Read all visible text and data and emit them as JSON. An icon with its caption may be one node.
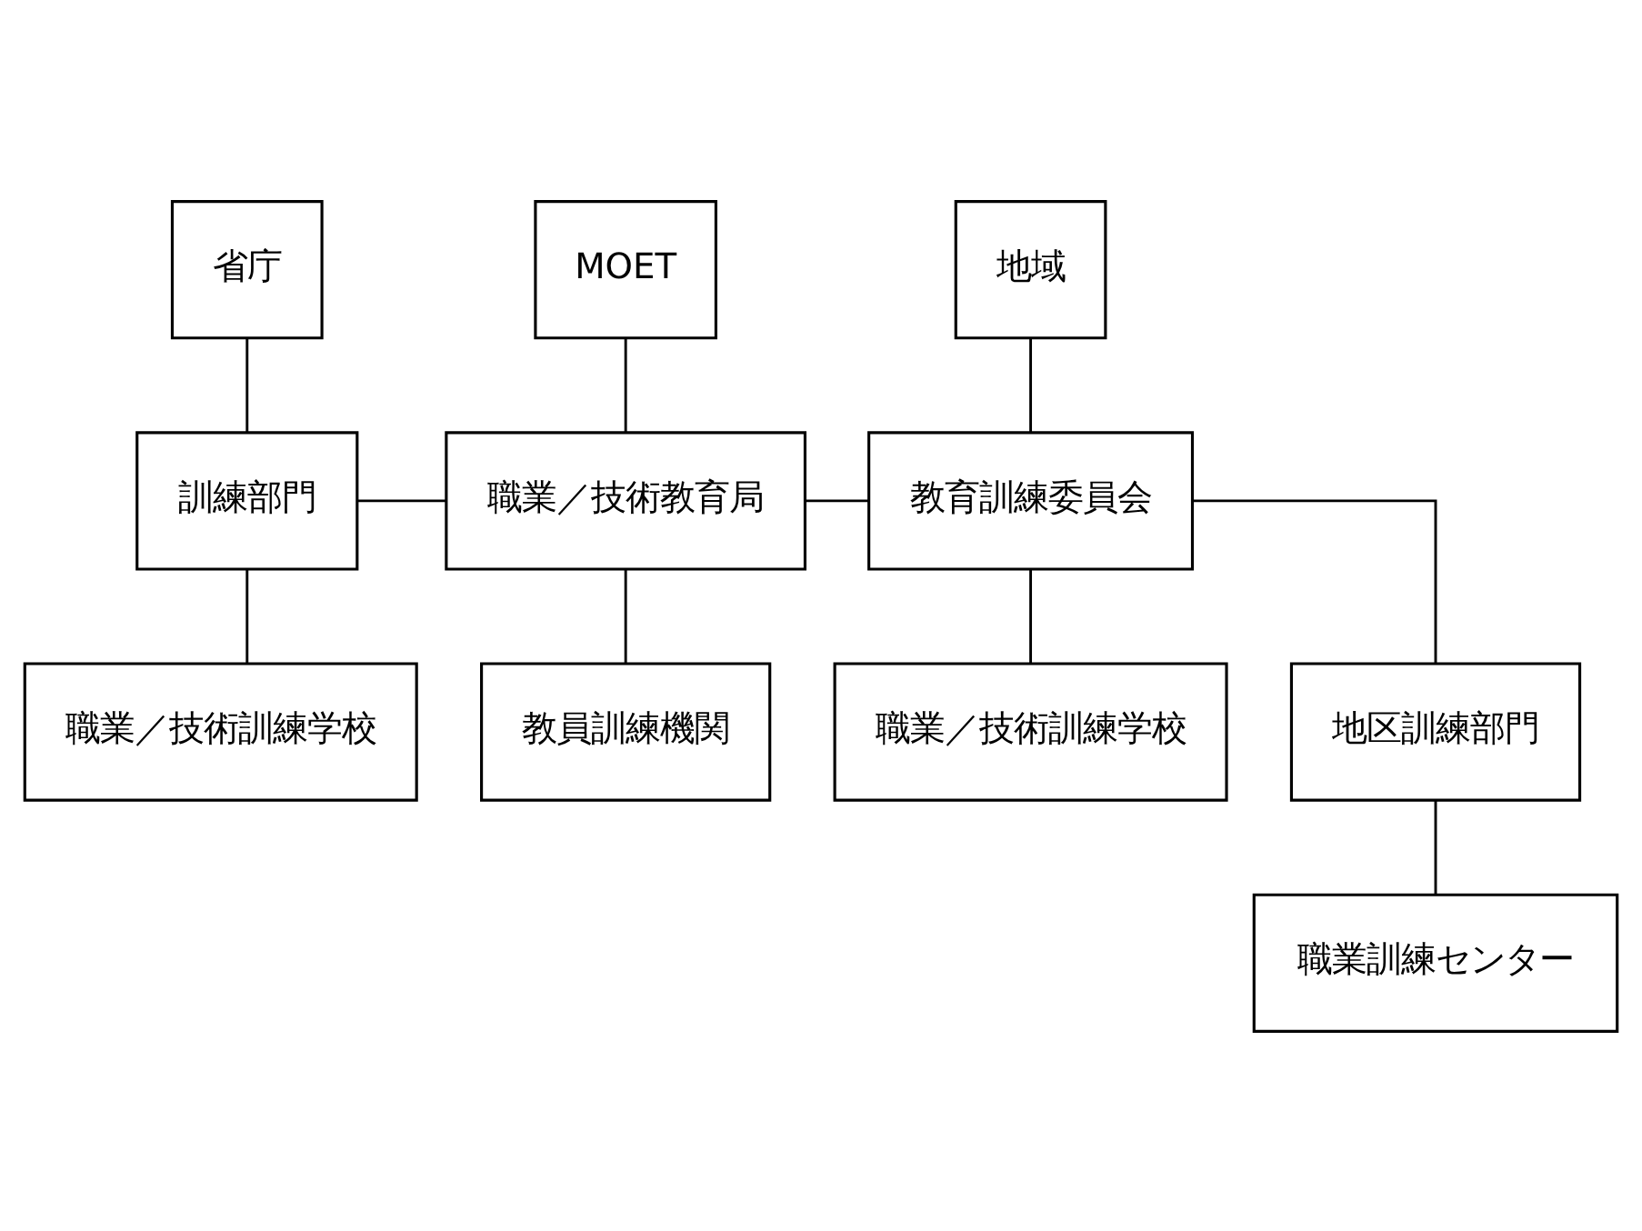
{
  "diagram": {
    "nodes": [
      {
        "text": [
          "省庁"
        ]
      },
      {
        "text": [
          "MOET"
        ]
      },
      {
        "text": [
          "地域"
        ]
      },
      {
        "text": [
          "訓練部門"
        ]
      },
      {
        "text": [
          "職業／技術教育局"
        ]
      },
      {
        "text": [
          "教育訓練委員会"
        ]
      },
      {
        "text": [
          "職業／技術訓練学校"
        ]
      },
      {
        "text": [
          "教員訓練機関"
        ]
      },
      {
        "text": [
          "職業／技術訓練学校"
        ]
      },
      {
        "text": [
          "地区訓練部門"
        ]
      },
      {
        "text": [
          "職業訓練センター"
        ]
      }
    ],
    "edges": [
      {
        "from": 0,
        "to": 3,
        "arrow": "none"
      },
      {
        "from": 1,
        "to": 4,
        "arrow": "none"
      },
      {
        "from": 2,
        "to": 5,
        "arrow": "none"
      },
      {
        "from": 3,
        "to": 4,
        "arrow": "none"
      },
      {
        "from": 4,
        "to": 5,
        "arrow": "none"
      },
      {
        "from": 3,
        "to": 6,
        "arrow": "none"
      },
      {
        "from": 4,
        "to": 7,
        "arrow": "none"
      },
      {
        "from": 5,
        "to": 8,
        "arrow": "none"
      },
      {
        "from": 5,
        "to": 9,
        "arrow": "none"
      },
      {
        "from": 9,
        "to": 10,
        "arrow": "none"
      }
    ]
  }
}
